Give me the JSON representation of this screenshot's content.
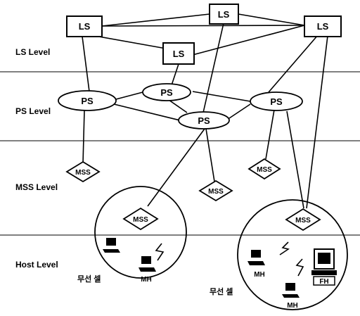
{
  "levels": {
    "ls": "LS Level",
    "ps": "PS Level",
    "mss": "MSS Level",
    "host": "Host Level"
  },
  "nodes": {
    "ls_label": "LS",
    "ps_label": "PS",
    "mss_label": "MSS",
    "mh_label": "MH",
    "fh_label": "FH"
  },
  "cells": {
    "left_label": "무선 셀",
    "right_label": "무선 셀"
  },
  "icons": {
    "laptop": "laptop-icon",
    "desktop": "desktop-computer-icon",
    "wireless": "lightning-wireless-icon"
  }
}
